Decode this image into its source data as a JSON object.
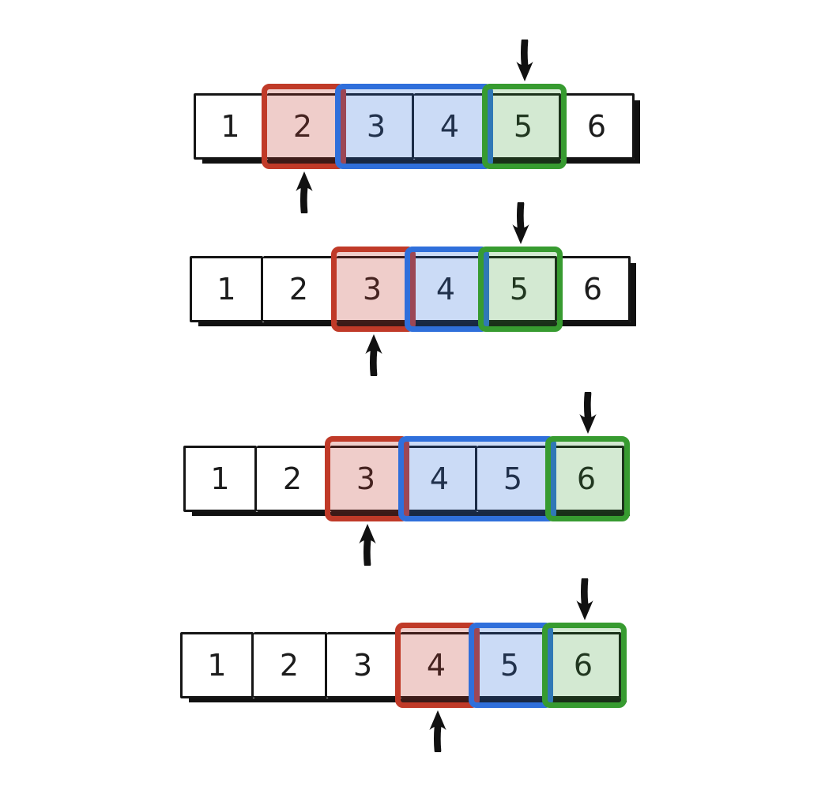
{
  "diagram": {
    "kind": "sliding-window-array-steps",
    "ink_color": "#151515",
    "colors": {
      "red_border": "#c03a28",
      "red_fill": "rgba(192,57,43,0.25)",
      "blue_border": "#2f6fdb",
      "blue_fill": "rgba(47,111,219,0.25)",
      "green_border": "#379b30",
      "green_fill": "rgba(55,155,48,0.22)",
      "arrow_color": "#111111",
      "cell_background": "#ffffff",
      "number_color": "#1c1c1c"
    }
  },
  "rows": [
    {
      "cells": [
        "1",
        "2",
        "3",
        "4",
        "5",
        "6"
      ],
      "windows": [
        {
          "color": "red",
          "start": 1,
          "end": 1
        },
        {
          "color": "blue",
          "start": 2,
          "end": 3
        },
        {
          "color": "green",
          "start": 4,
          "end": 4
        }
      ],
      "up_arrow_cell": 1,
      "down_arrow_cell": 4
    },
    {
      "cells": [
        "1",
        "2",
        "3",
        "4",
        "5",
        "6"
      ],
      "windows": [
        {
          "color": "red",
          "start": 2,
          "end": 2
        },
        {
          "color": "blue",
          "start": 3,
          "end": 3
        },
        {
          "color": "green",
          "start": 4,
          "end": 4
        }
      ],
      "up_arrow_cell": 2,
      "down_arrow_cell": 4
    },
    {
      "cells": [
        "1",
        "2",
        "3",
        "4",
        "5",
        "6"
      ],
      "windows": [
        {
          "color": "red",
          "start": 2,
          "end": 2
        },
        {
          "color": "blue",
          "start": 3,
          "end": 4
        },
        {
          "color": "green",
          "start": 5,
          "end": 5
        }
      ],
      "up_arrow_cell": 2,
      "down_arrow_cell": 5
    },
    {
      "cells": [
        "1",
        "2",
        "3",
        "4",
        "5",
        "6"
      ],
      "windows": [
        {
          "color": "red",
          "start": 3,
          "end": 3
        },
        {
          "color": "blue",
          "start": 4,
          "end": 4
        },
        {
          "color": "green",
          "start": 5,
          "end": 5
        }
      ],
      "up_arrow_cell": 3,
      "down_arrow_cell": 5
    }
  ]
}
